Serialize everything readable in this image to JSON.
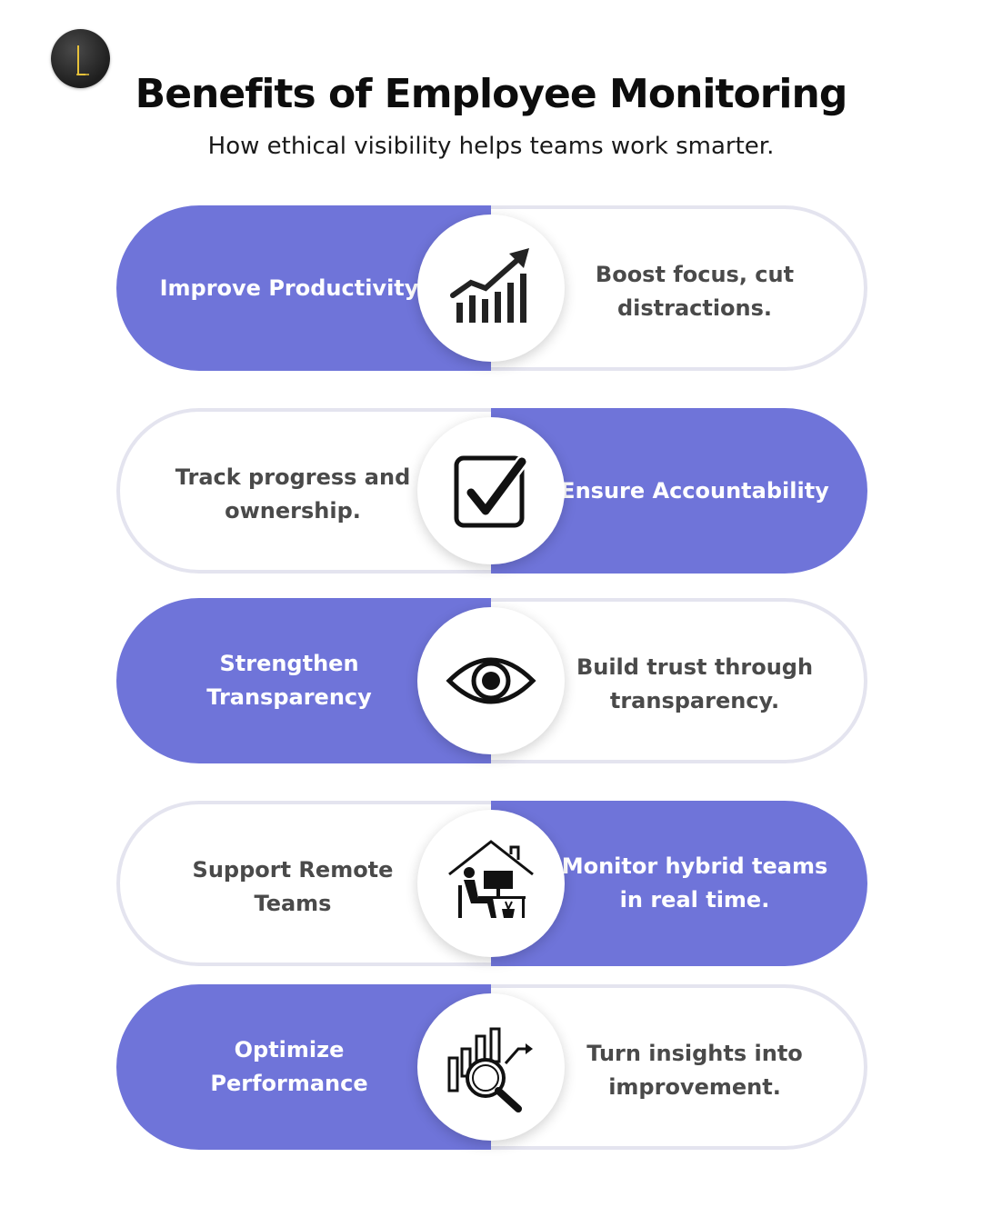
{
  "header": {
    "title": "Benefits of Employee Monitoring",
    "subtitle": "How ethical visibility helps teams work smarter."
  },
  "rows": [
    {
      "left": "Improve Productivity",
      "right": "Boost focus, cut distractions.",
      "icon": "growth-chart-icon",
      "filled": "left"
    },
    {
      "left": "Track progress and ownership.",
      "right": "Ensure Accountability",
      "icon": "checkbox-icon",
      "filled": "right"
    },
    {
      "left": "Strengthen Transparency",
      "right": "Build trust through transparency.",
      "icon": "eye-icon",
      "filled": "left"
    },
    {
      "left": "Support Remote Teams",
      "right": "Monitor hybrid teams in real time.",
      "icon": "remote-work-icon",
      "filled": "right"
    },
    {
      "left": "Optimize Performance",
      "right": "Turn insights into improvement.",
      "icon": "analytics-magnifier-icon",
      "filled": "left"
    }
  ],
  "colors": {
    "accent": "#6f74d9",
    "outline": "#e4e4ef",
    "text_dark": "#4a4a4a"
  }
}
